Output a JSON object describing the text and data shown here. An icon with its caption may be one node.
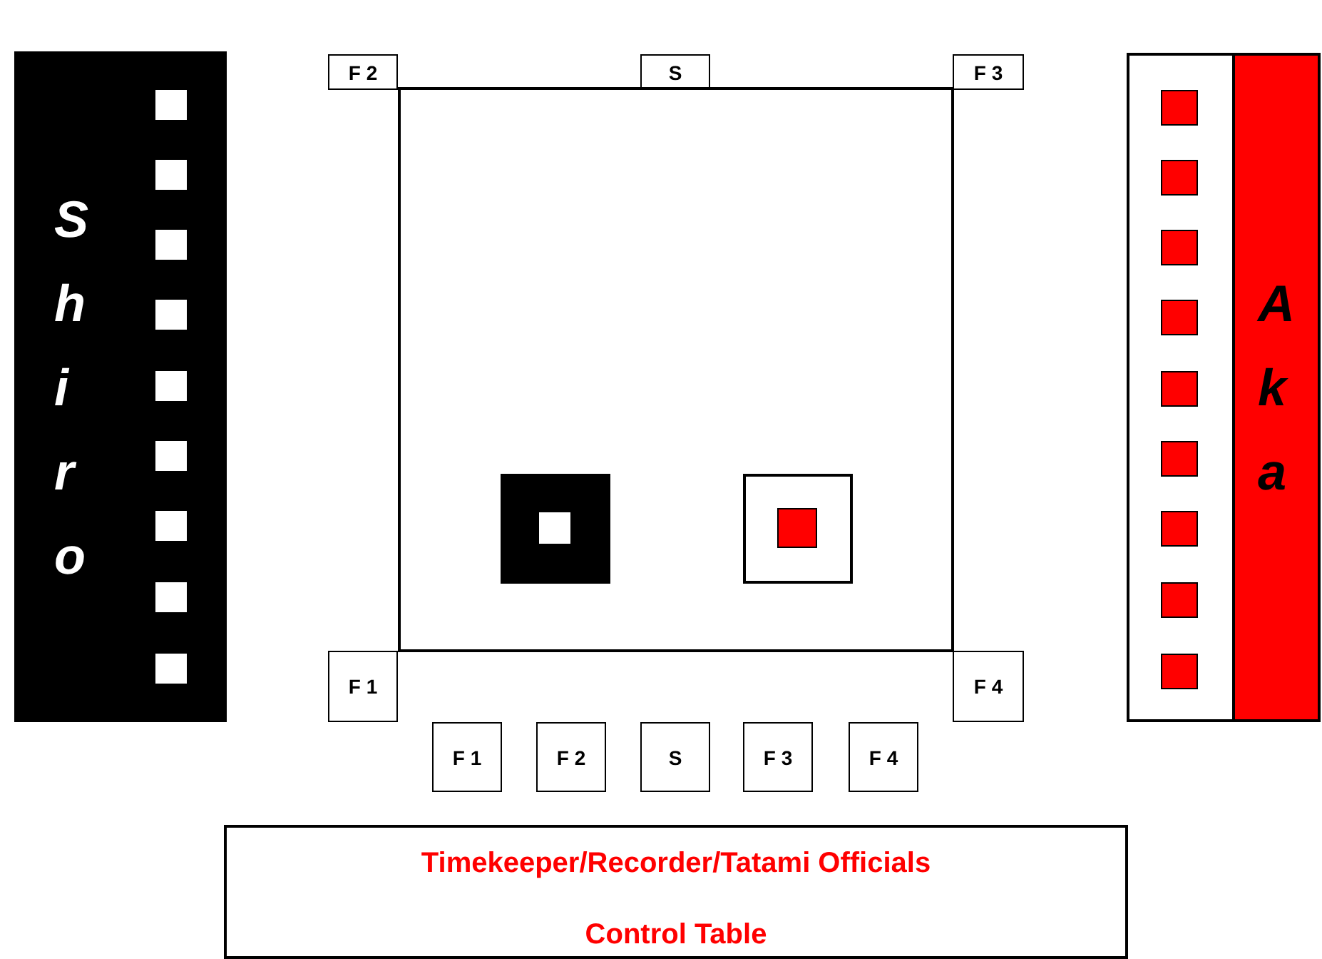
{
  "diagram": {
    "nodes": [
      {
        "text": [
          "Shiro"
        ]
      },
      {
        "text": [],
        "shape": "box",
        "in": 0
      },
      {
        "text": [],
        "shape": "box",
        "in": 0
      },
      {
        "text": [],
        "shape": "box",
        "in": 0
      },
      {
        "text": [],
        "shape": "box",
        "in": 0
      },
      {
        "text": [],
        "shape": "box",
        "in": 0
      },
      {
        "text": [],
        "shape": "box",
        "in": 0
      },
      {
        "text": [],
        "shape": "box",
        "in": 0
      },
      {
        "text": [],
        "shape": "box",
        "in": 0
      },
      {
        "text": [],
        "shape": "box",
        "in": 0
      },
      {
        "text": [
          "F 2"
        ]
      },
      {
        "text": [
          "S"
        ]
      },
      {
        "text": [
          "F 3"
        ]
      },
      {
        "text": [],
        "shape": "box"
      },
      {
        "text": [],
        "shape": "box",
        "in": 13
      },
      {
        "text": [],
        "shape": "box",
        "in": 14
      },
      {
        "text": [],
        "shape": "box",
        "in": 13
      },
      {
        "text": [],
        "shape": "box",
        "in": 16
      },
      {
        "text": [
          "F 1"
        ]
      },
      {
        "text": [
          "F 4"
        ]
      },
      {
        "text": [
          "Aka"
        ]
      },
      {
        "text": [],
        "shape": "box",
        "in": 20
      },
      {
        "text": [],
        "shape": "box",
        "in": 20
      },
      {
        "text": [],
        "shape": "box",
        "in": 20
      },
      {
        "text": [],
        "shape": "box",
        "in": 20
      },
      {
        "text": [],
        "shape": "box",
        "in": 20
      },
      {
        "text": [],
        "shape": "box",
        "in": 20
      },
      {
        "text": [],
        "shape": "box",
        "in": 20
      },
      {
        "text": [],
        "shape": "box",
        "in": 20
      },
      {
        "text": [],
        "shape": "box",
        "in": 20
      },
      {
        "text": [
          "F 1"
        ]
      },
      {
        "text": [
          "F 2"
        ]
      },
      {
        "text": [
          "S"
        ]
      },
      {
        "text": [
          "F 3"
        ]
      },
      {
        "text": [
          "F 4"
        ]
      },
      {
        "text": [
          "Timekeeper/Recorder/Tatami Officials",
          "Control Table"
        ]
      }
    ]
  }
}
